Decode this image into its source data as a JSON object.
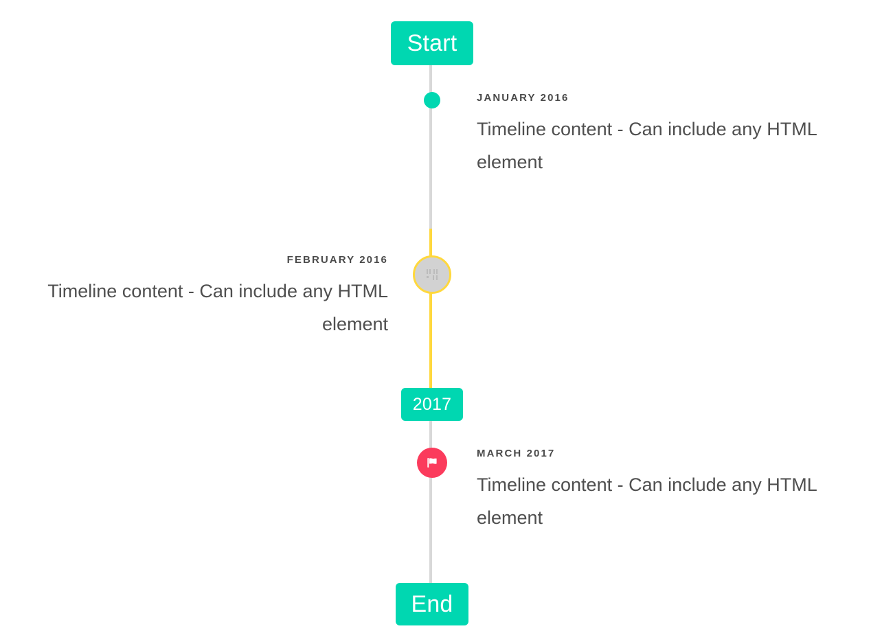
{
  "colors": {
    "accent_teal": "#00d7b1",
    "accent_yellow": "#ffd83d",
    "accent_pink": "#fb3b5c",
    "rail_grey": "#d8d8d8",
    "marker_grey": "#d2d2d2",
    "text_label": "#4a4a4a",
    "text_body": "#4f4f4f",
    "background": "#ffffff"
  },
  "timeline": {
    "start_badge": "Start",
    "year_badge": "2017",
    "end_badge": "End",
    "entries": [
      {
        "label": "JANUARY 2016",
        "content": "Timeline content - Can include any HTML element",
        "side": "right",
        "marker": "dot-icon"
      },
      {
        "label": "FEBRUARY 2016",
        "content": "Timeline content - Can include any HTML element",
        "side": "left",
        "marker": "broken-image-icon"
      },
      {
        "label": "MARCH 2017",
        "content": "Timeline content - Can include any HTML element",
        "side": "right",
        "marker": "flag-icon"
      }
    ]
  }
}
